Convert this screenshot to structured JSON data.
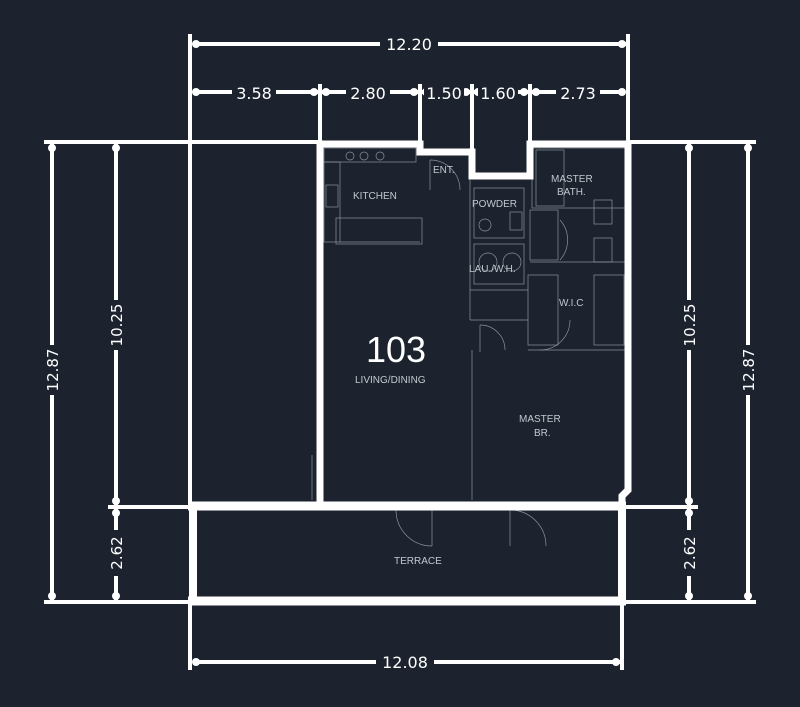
{
  "colors": {
    "background": "#1c232e",
    "lines": "#ffffff",
    "fixtures": "#8a929c",
    "room_label": "#c3c8cf"
  },
  "unit_number": "103",
  "rooms": {
    "kitchen": "KITCHEN",
    "entry": "ENT.",
    "powder": "POWDER",
    "master_bath_1": "MASTER",
    "master_bath_2": "BATH.",
    "laundry": "LAU./W.H.",
    "walk_in_closet": "W.I.C",
    "living_dining": "LIVING/DINING",
    "master_br_1": "MASTER",
    "master_br_2": "BR.",
    "terrace": "TERRACE"
  },
  "dimensions": {
    "top_total": "12.20",
    "top_segments": [
      "3.58",
      "2.80",
      "1.50",
      "1.60",
      "2.73"
    ],
    "bottom_total": "12.08",
    "left_outer": "12.87",
    "left_inner": "10.25",
    "left_terrace": "2.62",
    "right_outer": "12.87",
    "right_inner": "10.25",
    "right_terrace": "2.62"
  }
}
